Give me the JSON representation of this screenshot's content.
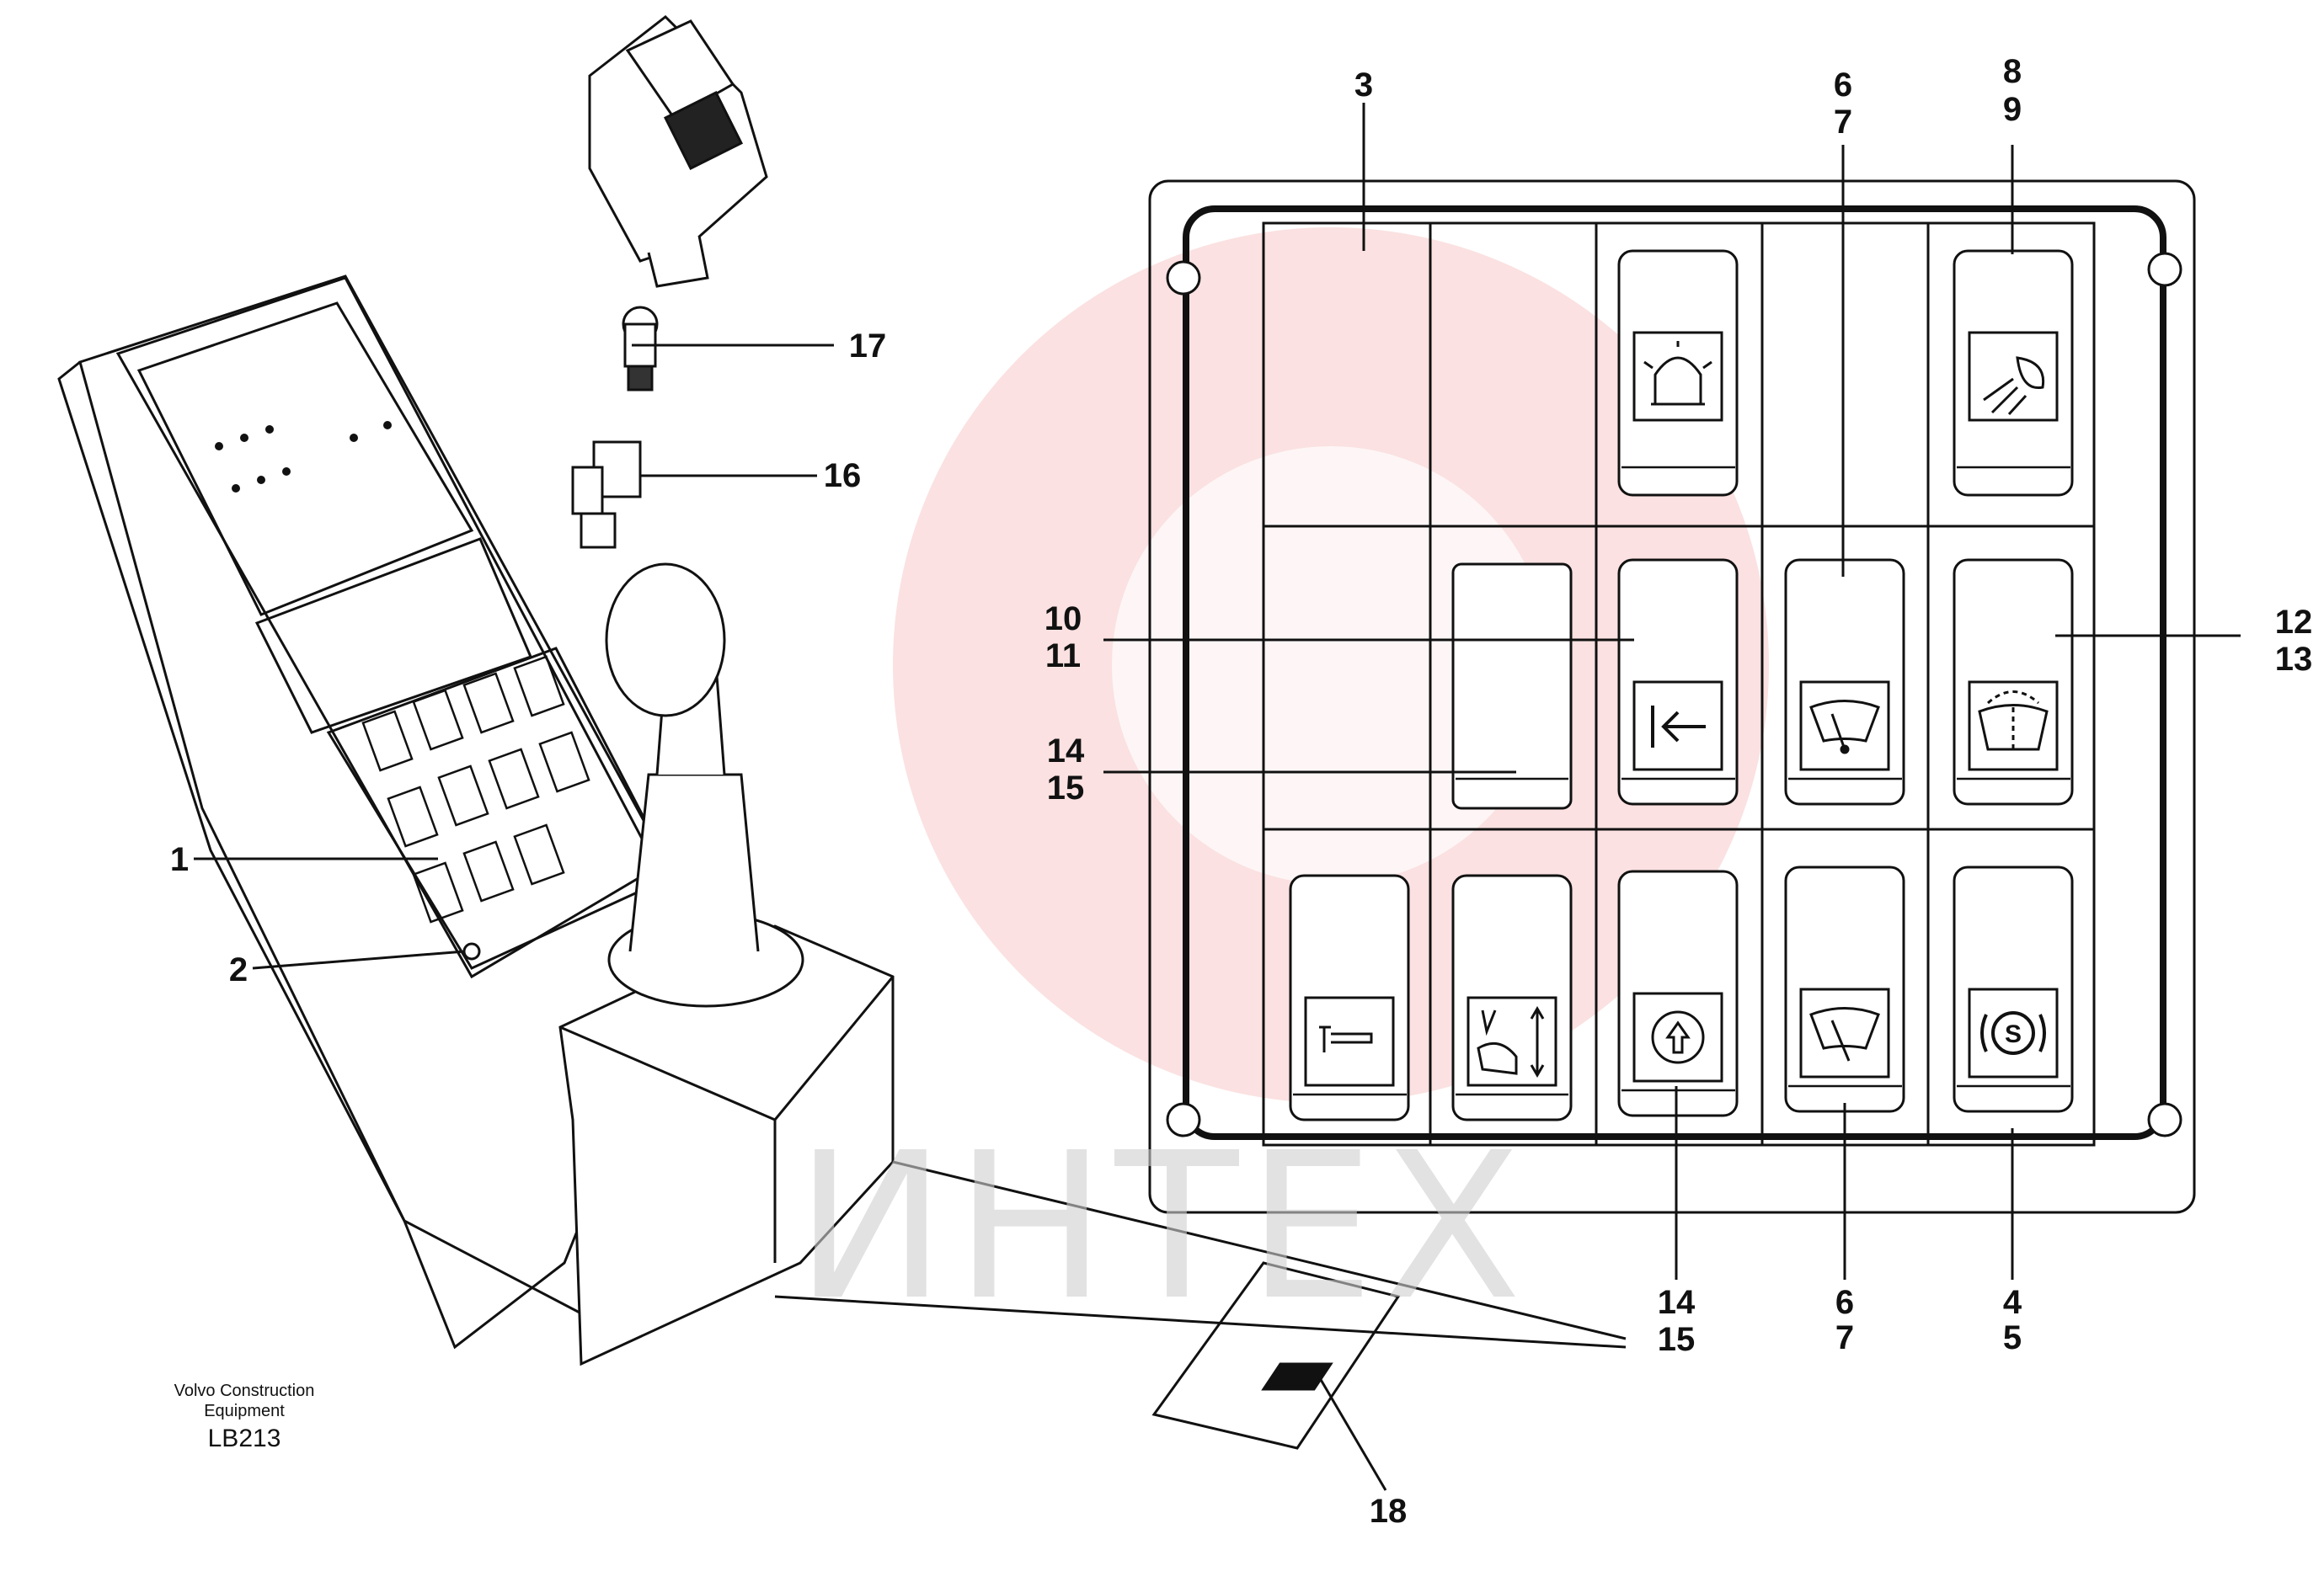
{
  "watermark": {
    "text": "ИНТЕХ",
    "color": "#f4b4b4"
  },
  "caption": {
    "line1": "Volvo Construction",
    "line2": "Equipment",
    "code": "LB213"
  },
  "callouts": {
    "c1": "1",
    "c2": "2",
    "c3": "3",
    "c45_a": "4",
    "c45_b": "5",
    "c67_top_a": "6",
    "c67_top_b": "7",
    "c67_bot_a": "6",
    "c67_bot_b": "7",
    "c89_a": "8",
    "c89_b": "9",
    "c1011_a": "10",
    "c1011_b": "11",
    "c1213_a": "12",
    "c1213_b": "13",
    "c1415_mid_a": "14",
    "c1415_mid_b": "15",
    "c1415_bot_a": "14",
    "c1415_bot_b": "15",
    "c16": "16",
    "c17": "17",
    "c18": "18"
  },
  "panel_switches": [
    {
      "icon": "beacon-icon"
    },
    {
      "icon": "work-light-icon"
    },
    {
      "icon": "arrow-left-stop-icon"
    },
    {
      "icon": "front-wiper-icon"
    },
    {
      "icon": "rear-wiper-icon"
    },
    {
      "icon": "hammer-icon"
    },
    {
      "icon": "bucket-up-down-icon"
    },
    {
      "icon": "arrow-up-circle-icon"
    },
    {
      "icon": "windscreen-wiper-icon"
    },
    {
      "icon": "parking-brake-s-icon"
    }
  ]
}
